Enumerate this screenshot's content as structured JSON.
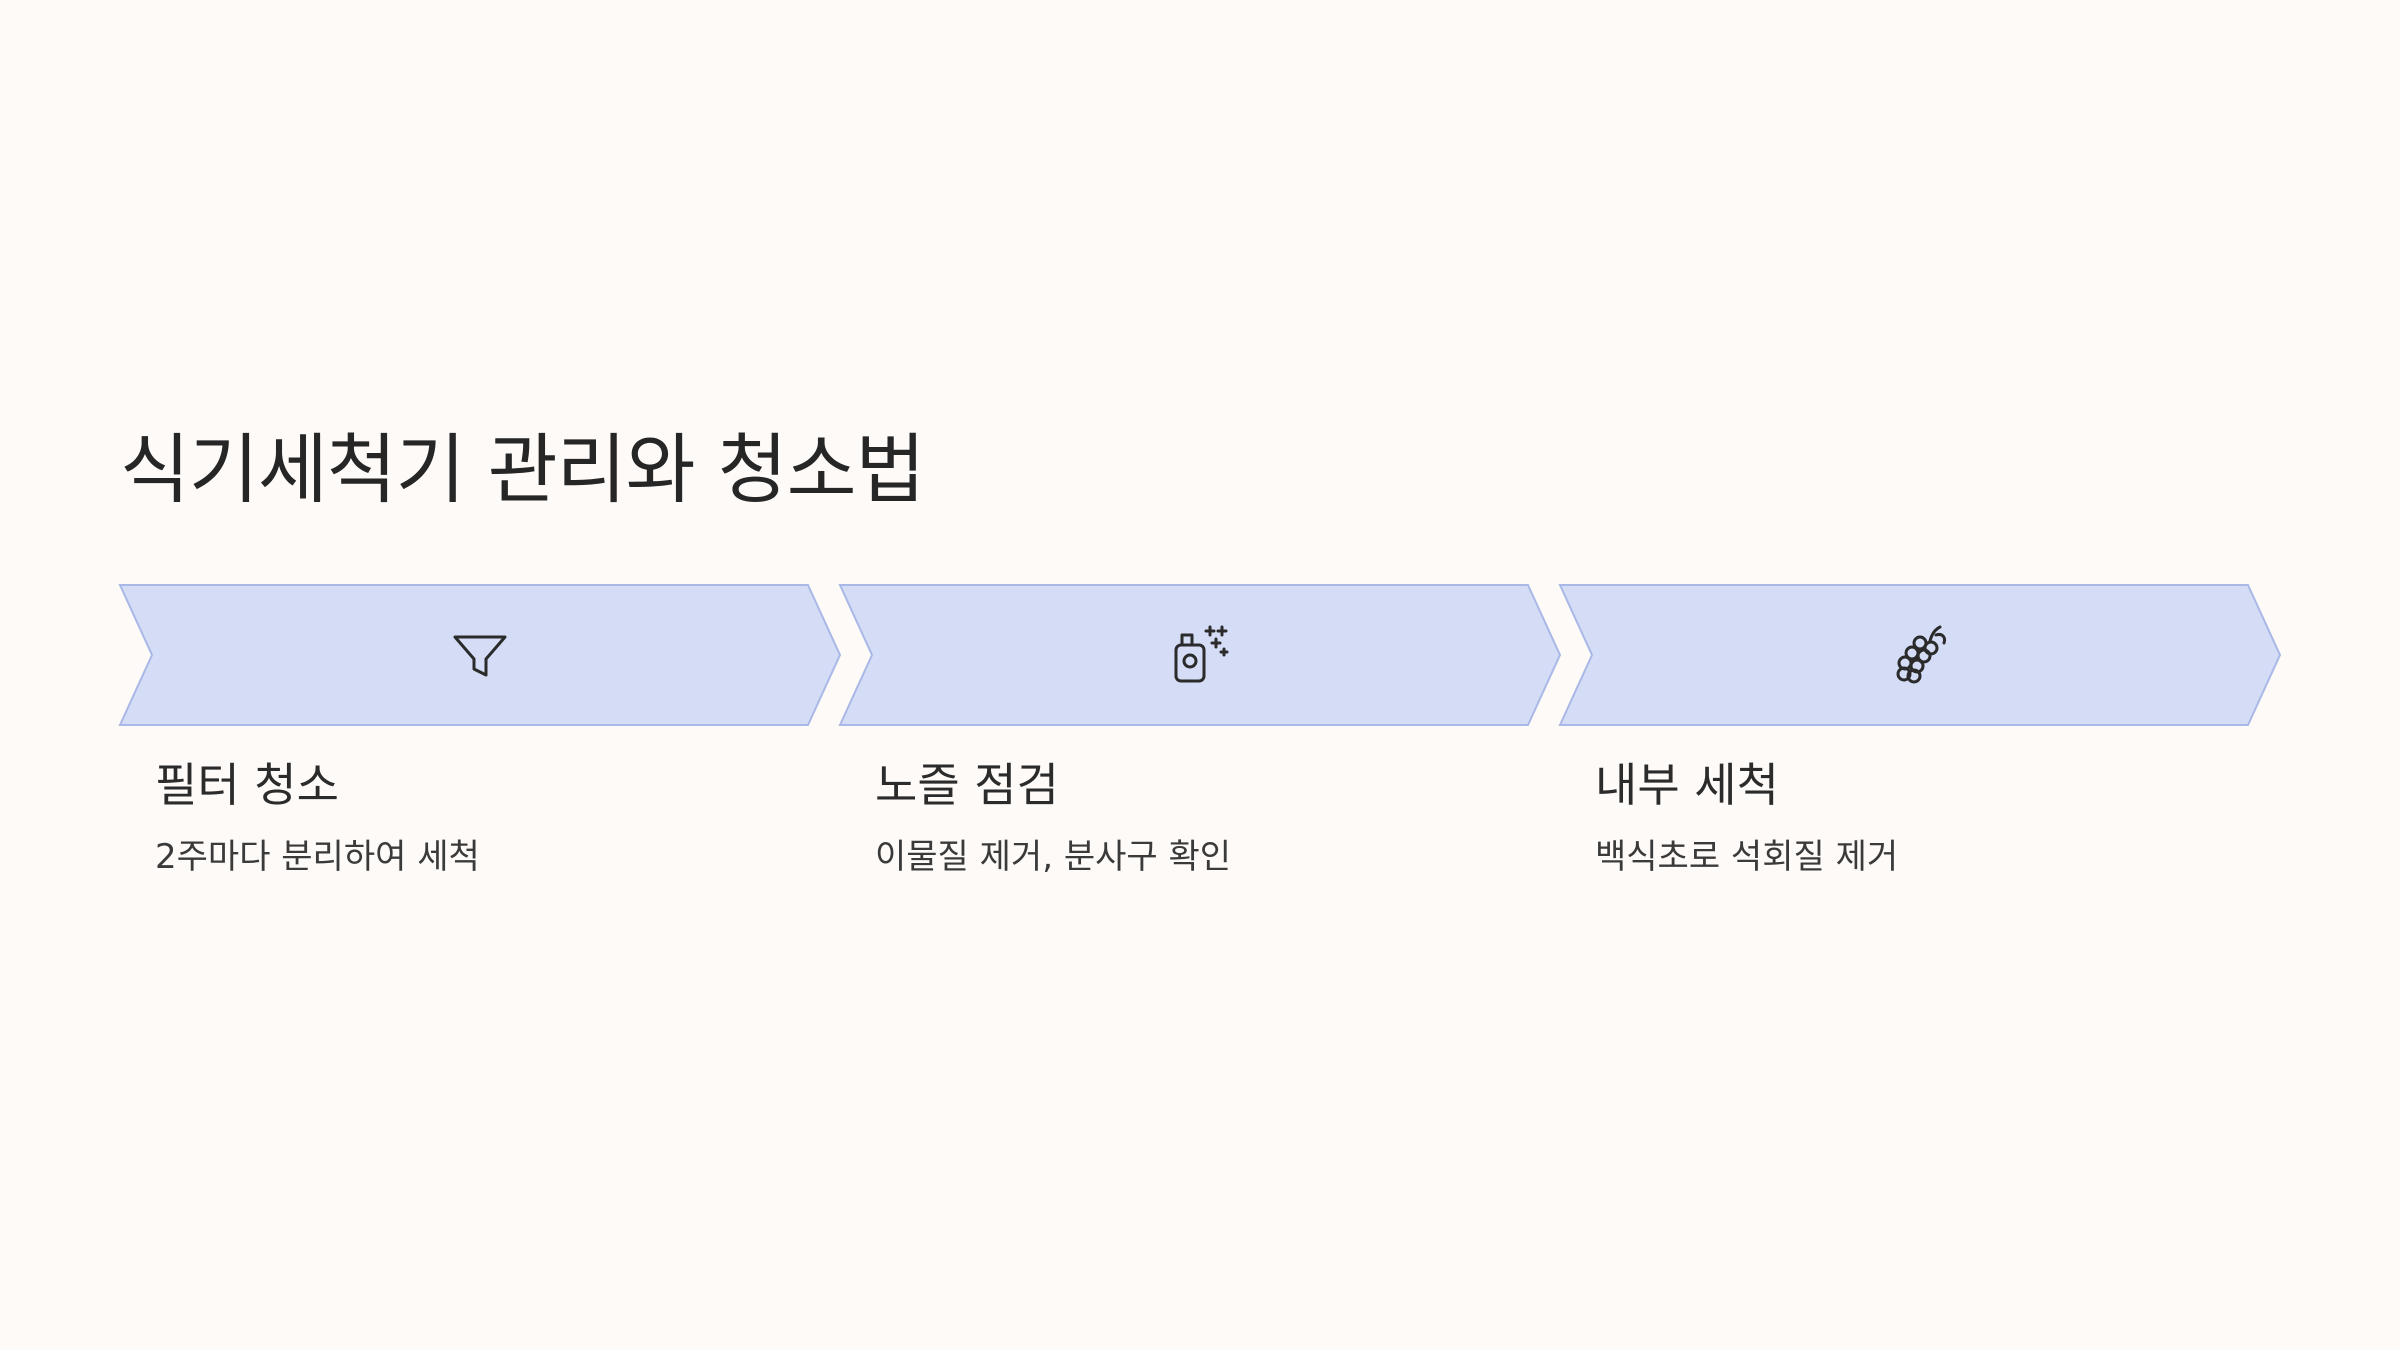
{
  "title": "식기세척기 관리와 청소법",
  "colors": {
    "background": "#fdfaf8",
    "arrow_fill": "#d4ddf5",
    "arrow_stroke": "#a9b8e6",
    "text": "#262626"
  },
  "steps": [
    {
      "icon": "funnel-filter-icon",
      "title": "필터 청소",
      "description": "2주마다 분리하여 세척"
    },
    {
      "icon": "spray-bottle-sparkle-icon",
      "title": "노즐 점검",
      "description": "이물질 제거, 분사구 확인"
    },
    {
      "icon": "grapes-icon",
      "title": "내부 세척",
      "description": "백식초로 석회질 제거"
    }
  ]
}
